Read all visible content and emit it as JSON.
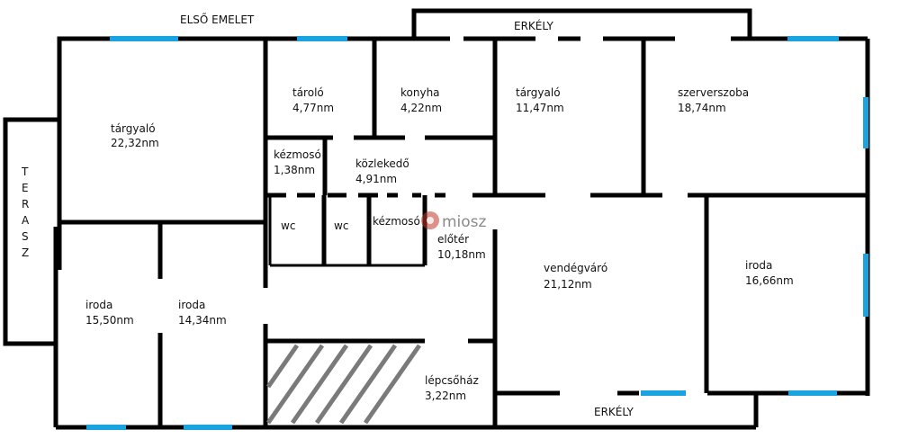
{
  "floor_title": "ELSŐ EMELET",
  "balcony_top": "ERKÉLY",
  "balcony_bottom": "ERKÉLY",
  "terrace": "TERASZ",
  "terrace_letters": [
    "T",
    "E",
    "R",
    "A",
    "S",
    "Z"
  ],
  "watermark": "miosz",
  "rooms": {
    "targyalo_left": {
      "name": "tárgyaló",
      "area": "22,32nm"
    },
    "tarolo": {
      "name": "tároló",
      "area": "4,77nm"
    },
    "konyha": {
      "name": "konyha",
      "area": "4,22nm"
    },
    "targyalo_mid": {
      "name": "tárgyaló",
      "area": "11,47nm"
    },
    "szerverszoba": {
      "name": "szerverszoba",
      "area": "18,74nm"
    },
    "kezmoso_1": {
      "name": "kézmosó",
      "area": "1,38nm"
    },
    "kozlekedo": {
      "name": "közlekedő",
      "area": "4,91nm"
    },
    "wc_1": {
      "name": "wc"
    },
    "wc_2": {
      "name": "wc"
    },
    "kezmoso_2": {
      "name": "kézmosó"
    },
    "eloter": {
      "name": "előtér",
      "area": "10,18nm"
    },
    "vendegvaro": {
      "name": "vendégváró",
      "area": "21,12nm"
    },
    "iroda_right": {
      "name": "iroda",
      "area": "16,66nm"
    },
    "iroda_1": {
      "name": "iroda",
      "area": "15,50nm"
    },
    "iroda_2": {
      "name": "iroda",
      "area": "14,34nm"
    },
    "lepcsohaz": {
      "name": "lépcsőház",
      "area": "3,22nm"
    }
  },
  "colors": {
    "wall": "#000000",
    "window": "#1aa3e0",
    "hatch": "#7a7a7a",
    "watermark_logo": "#c0392b"
  }
}
